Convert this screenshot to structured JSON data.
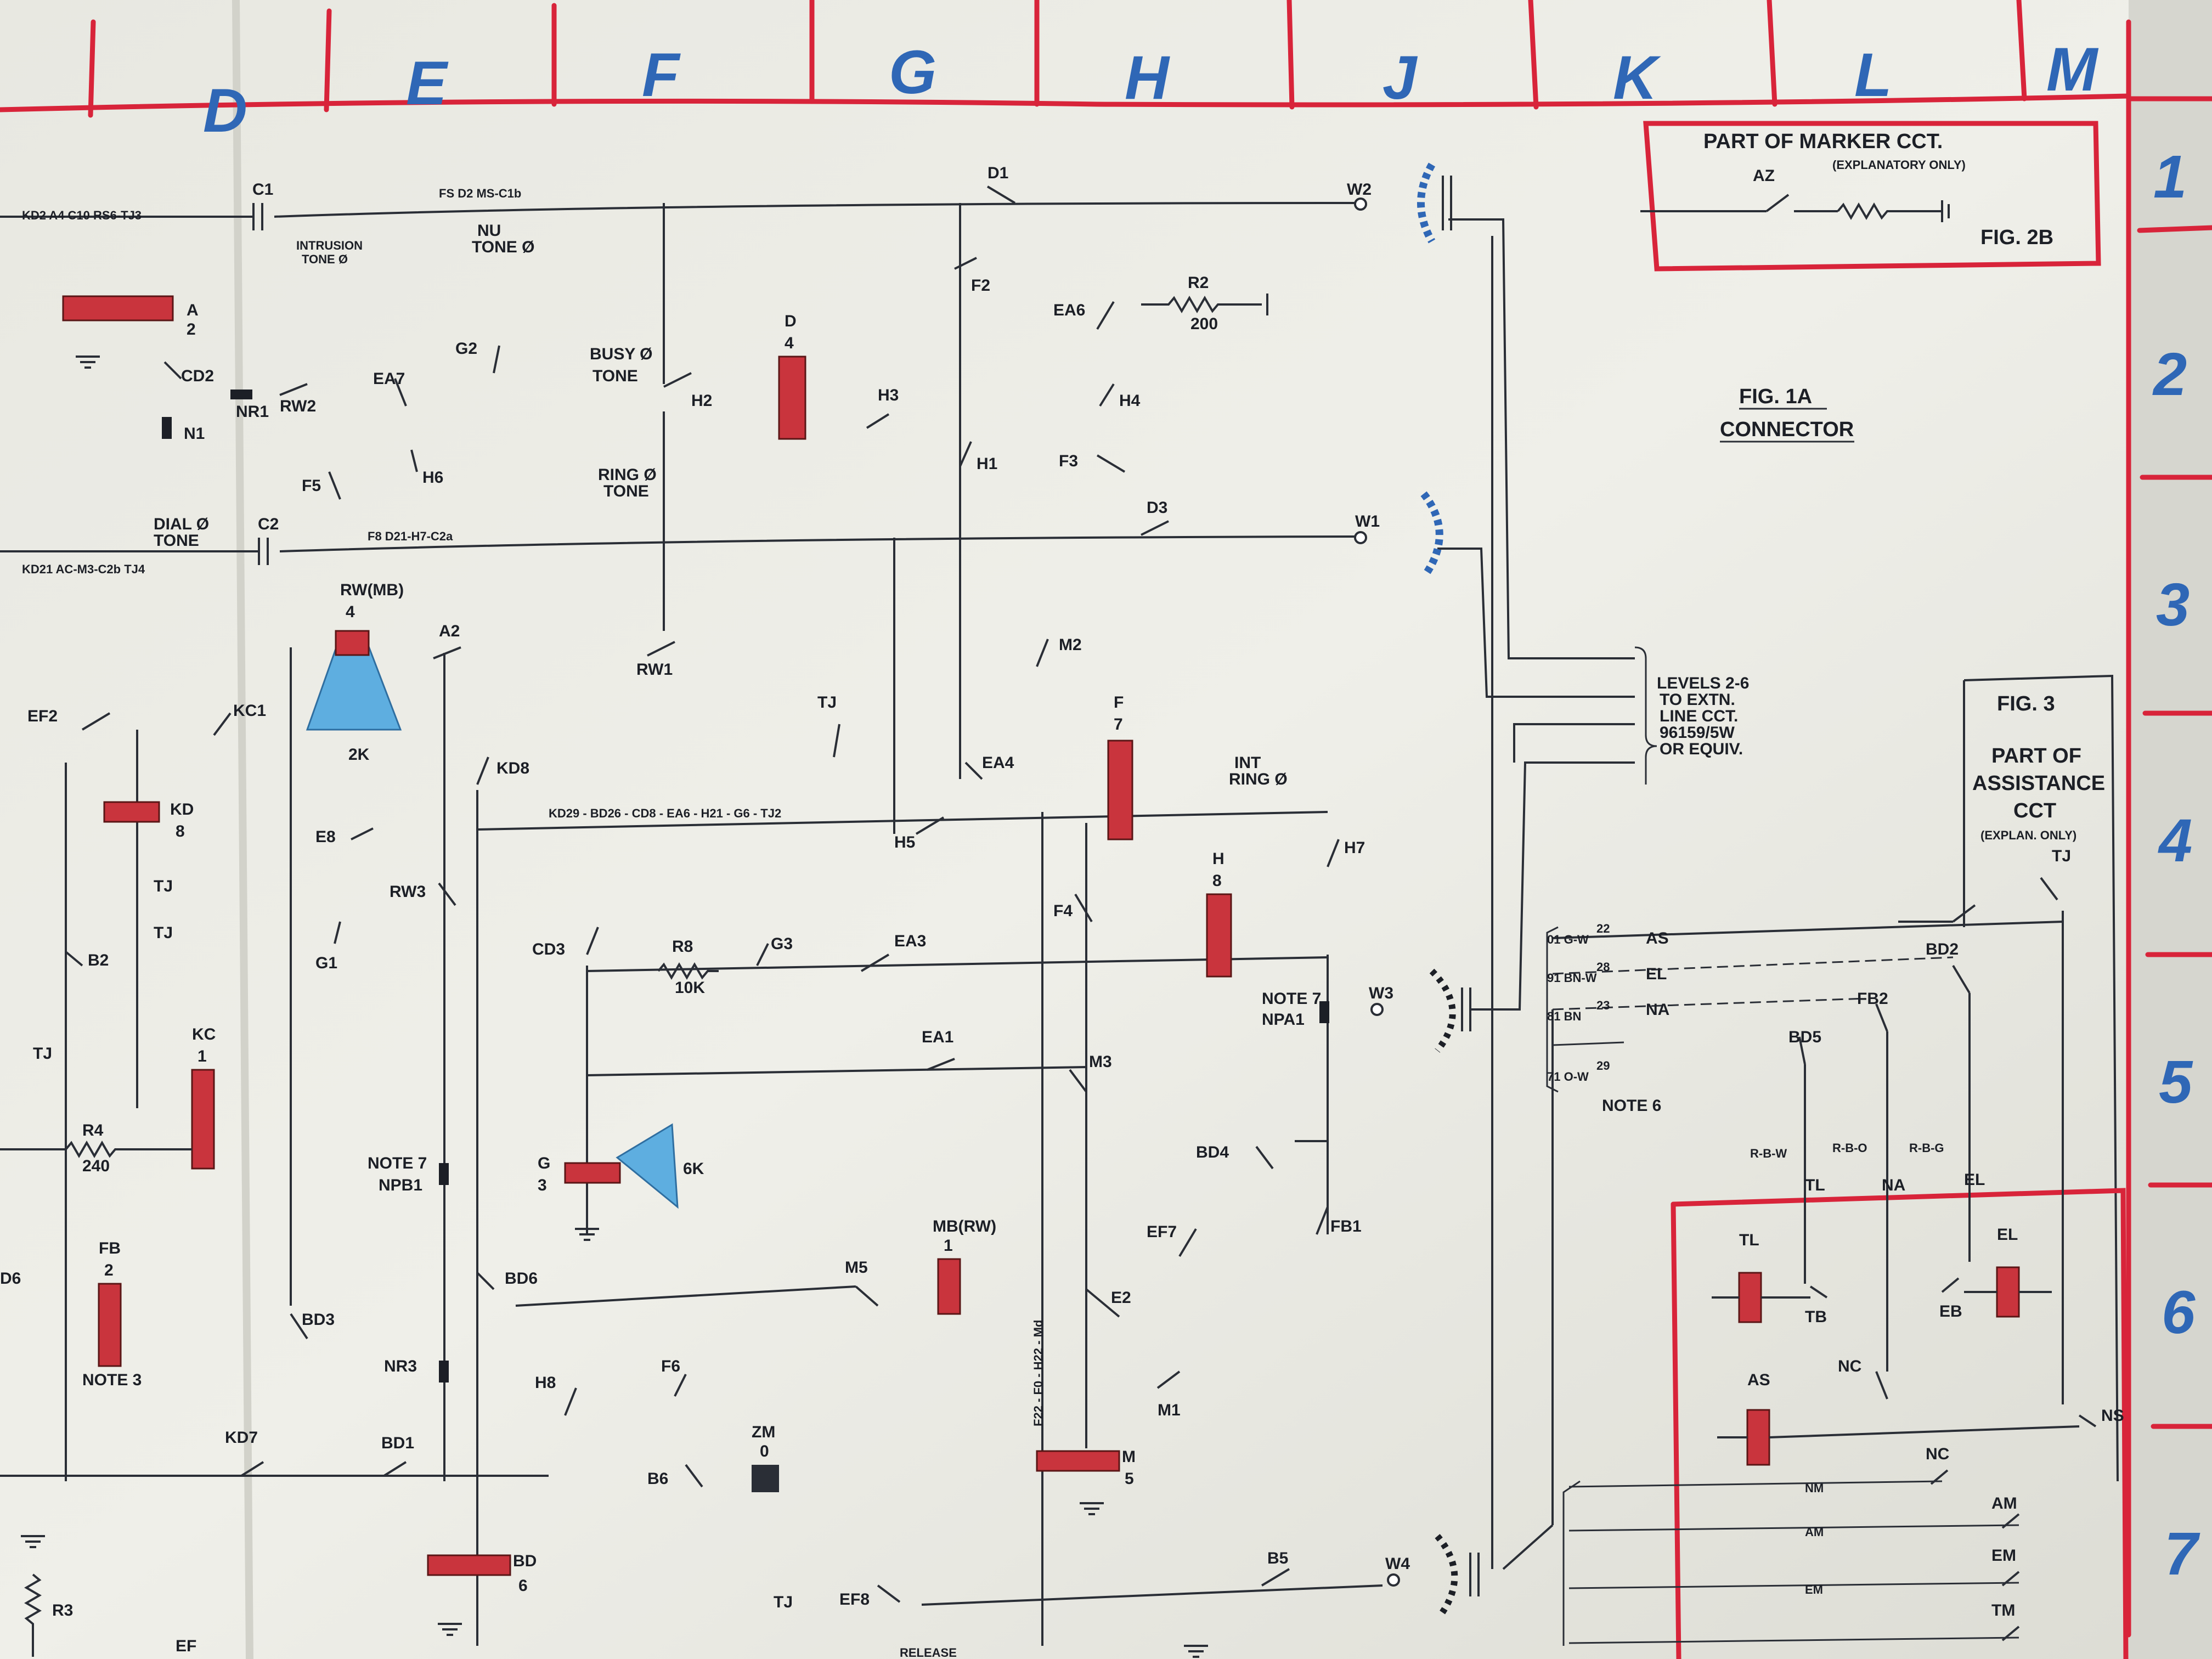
{
  "columns": [
    "D",
    "E",
    "F",
    "G",
    "H",
    "J",
    "K",
    "L",
    "M"
  ],
  "rows": [
    "1",
    "2",
    "3",
    "4",
    "5",
    "6",
    "7"
  ],
  "bus_labels": {
    "top": "FS D2 MS-C1b",
    "top_left": "KD2 A4 C10 RS6-TJ3",
    "mid": "F8 D21-H7-C2a",
    "mid_left": "KD21 AC-M3-C2b TJ4",
    "kd": "KD29 - BD26 - CD8 - EA6 - H21 - G6 - TJ2",
    "vertical": "F22 - F0 - H22 - Md"
  },
  "figures": {
    "fig2b_title": "PART OF MARKER CCT.",
    "fig2b_sub": "(EXPLANATORY ONLY)",
    "fig2b_label": "FIG. 2B",
    "fig1a_line1": "FIG. 1A",
    "fig1a_line2": "CONNECTOR",
    "fig3_title": "FIG. 3",
    "fig3_l1": "PART OF",
    "fig3_l2": "ASSISTANCE",
    "fig3_l3": "CCT",
    "fig3_sub": "(EXPLAN. ONLY)"
  },
  "levels_note": [
    "LEVELS 2-6",
    "TO EXTN.",
    "LINE CCT.",
    "96159/5W",
    "OR EQUIV."
  ],
  "tones": {
    "intrusion": [
      "INTRUSION",
      "TONE Ø"
    ],
    "nu": [
      "NU",
      "TONE Ø"
    ],
    "busy": [
      "BUSY Ø",
      "TONE"
    ],
    "ring": [
      "RING Ø",
      "TONE"
    ],
    "dial": [
      "DIAL Ø",
      "TONE"
    ],
    "int_ring": [
      "INT",
      "RING Ø"
    ]
  },
  "components": {
    "C1": "C1",
    "C2": "C2",
    "D1": "D1",
    "F2": "F2",
    "H1": "H1",
    "F3": "F3",
    "D3": "D3",
    "H2": "H2",
    "H3": "H3",
    "H4": "H4",
    "EA6": "EA6",
    "R2": "R2",
    "R2v": "200",
    "D4": "D",
    "D4n": "4",
    "G2": "G2",
    "EA7": "EA7",
    "H6": "H6",
    "F5": "F5",
    "NR1": "NR1",
    "RW2": "RW2",
    "CD2": "CD2",
    "N1": "N1",
    "A2rel": "A",
    "A2n": "2",
    "W1": "W1",
    "W2": "W2",
    "W3": "W3",
    "W4": "W4",
    "RWMB": "RW(MB)",
    "RWMBn": "4",
    "R2K": "2K",
    "A2": "A2",
    "RW1": "RW1",
    "M2": "M2",
    "EA4": "EA4",
    "F7": "F",
    "F7n": "7",
    "TJ": "TJ",
    "KD8": "KD8",
    "H5": "H5",
    "H7": "H7",
    "H8rel": "H",
    "H8n": "8",
    "F4": "F4",
    "EF2": "EF2",
    "KC1": "KC1",
    "KD": "KD",
    "KDn": "8",
    "E8": "E8",
    "RW3": "RW3",
    "G1": "G1",
    "B2": "B2",
    "KC": "KC",
    "KCn": "1",
    "R4": "R4",
    "R4v": "240",
    "CD3": "CD3",
    "R8": "R8",
    "R8v": "10K",
    "G3": "G3",
    "EA3": "EA3",
    "EA1": "EA1",
    "M3": "M3",
    "NPA1": "NPA1",
    "note7a": "NOTE 7",
    "G3rel": "G",
    "G3n": "3",
    "R6K": "6K",
    "NPB1": "NPB1",
    "note7b": "NOTE 7",
    "BD4": "BD4",
    "FB1": "FB1",
    "EF7": "EF7",
    "E2": "E2",
    "M1": "M1",
    "FB": "FB",
    "FBn": "2",
    "note3": "NOTE 3",
    "D6": "D6",
    "BD3": "BD3",
    "BD6": "BD6",
    "M5": "M5",
    "MBRW": "MB(RW)",
    "MBRWn": "1",
    "NR3": "NR3",
    "KD7": "KD7",
    "BD1": "BD1",
    "H8": "H8",
    "F6": "F6",
    "B6": "B6",
    "ZM": "ZM",
    "ZMn": "0",
    "Mrel": "M",
    "Mn": "5",
    "BDrel": "BD",
    "BDn": "6",
    "EF8": "EF8",
    "B5": "B5",
    "R3": "R3",
    "EF": "EF",
    "release": "RELEASE",
    "AZ": "AZ",
    "AS": "AS",
    "EL": "EL",
    "NA": "NA",
    "TL": "TL",
    "BD2": "BD2",
    "FB2": "FB2",
    "BD5": "BD5",
    "TB": "TB",
    "EB": "EB",
    "NC": "NC",
    "NS": "NS",
    "AM": "AM",
    "EM": "EM",
    "TM": "TM",
    "NM": "NM",
    "note6": "NOTE 6",
    "wire_codes": [
      "01 G-W",
      "91 BN-W",
      "81 BN",
      "71 O-W"
    ],
    "wire_nums": [
      "22",
      "28",
      "23",
      "29"
    ],
    "rbw": "R-B-W",
    "rbo": "R-B-O",
    "rbg": "R-B-G"
  },
  "colors": {
    "paper": "#ebebe4",
    "ink": "#2a2e36",
    "red_grid": "#d8243a",
    "blue_letters": "#2f67b6",
    "relay_red": "#c9343d",
    "blue_fill": "#5eaee0"
  }
}
